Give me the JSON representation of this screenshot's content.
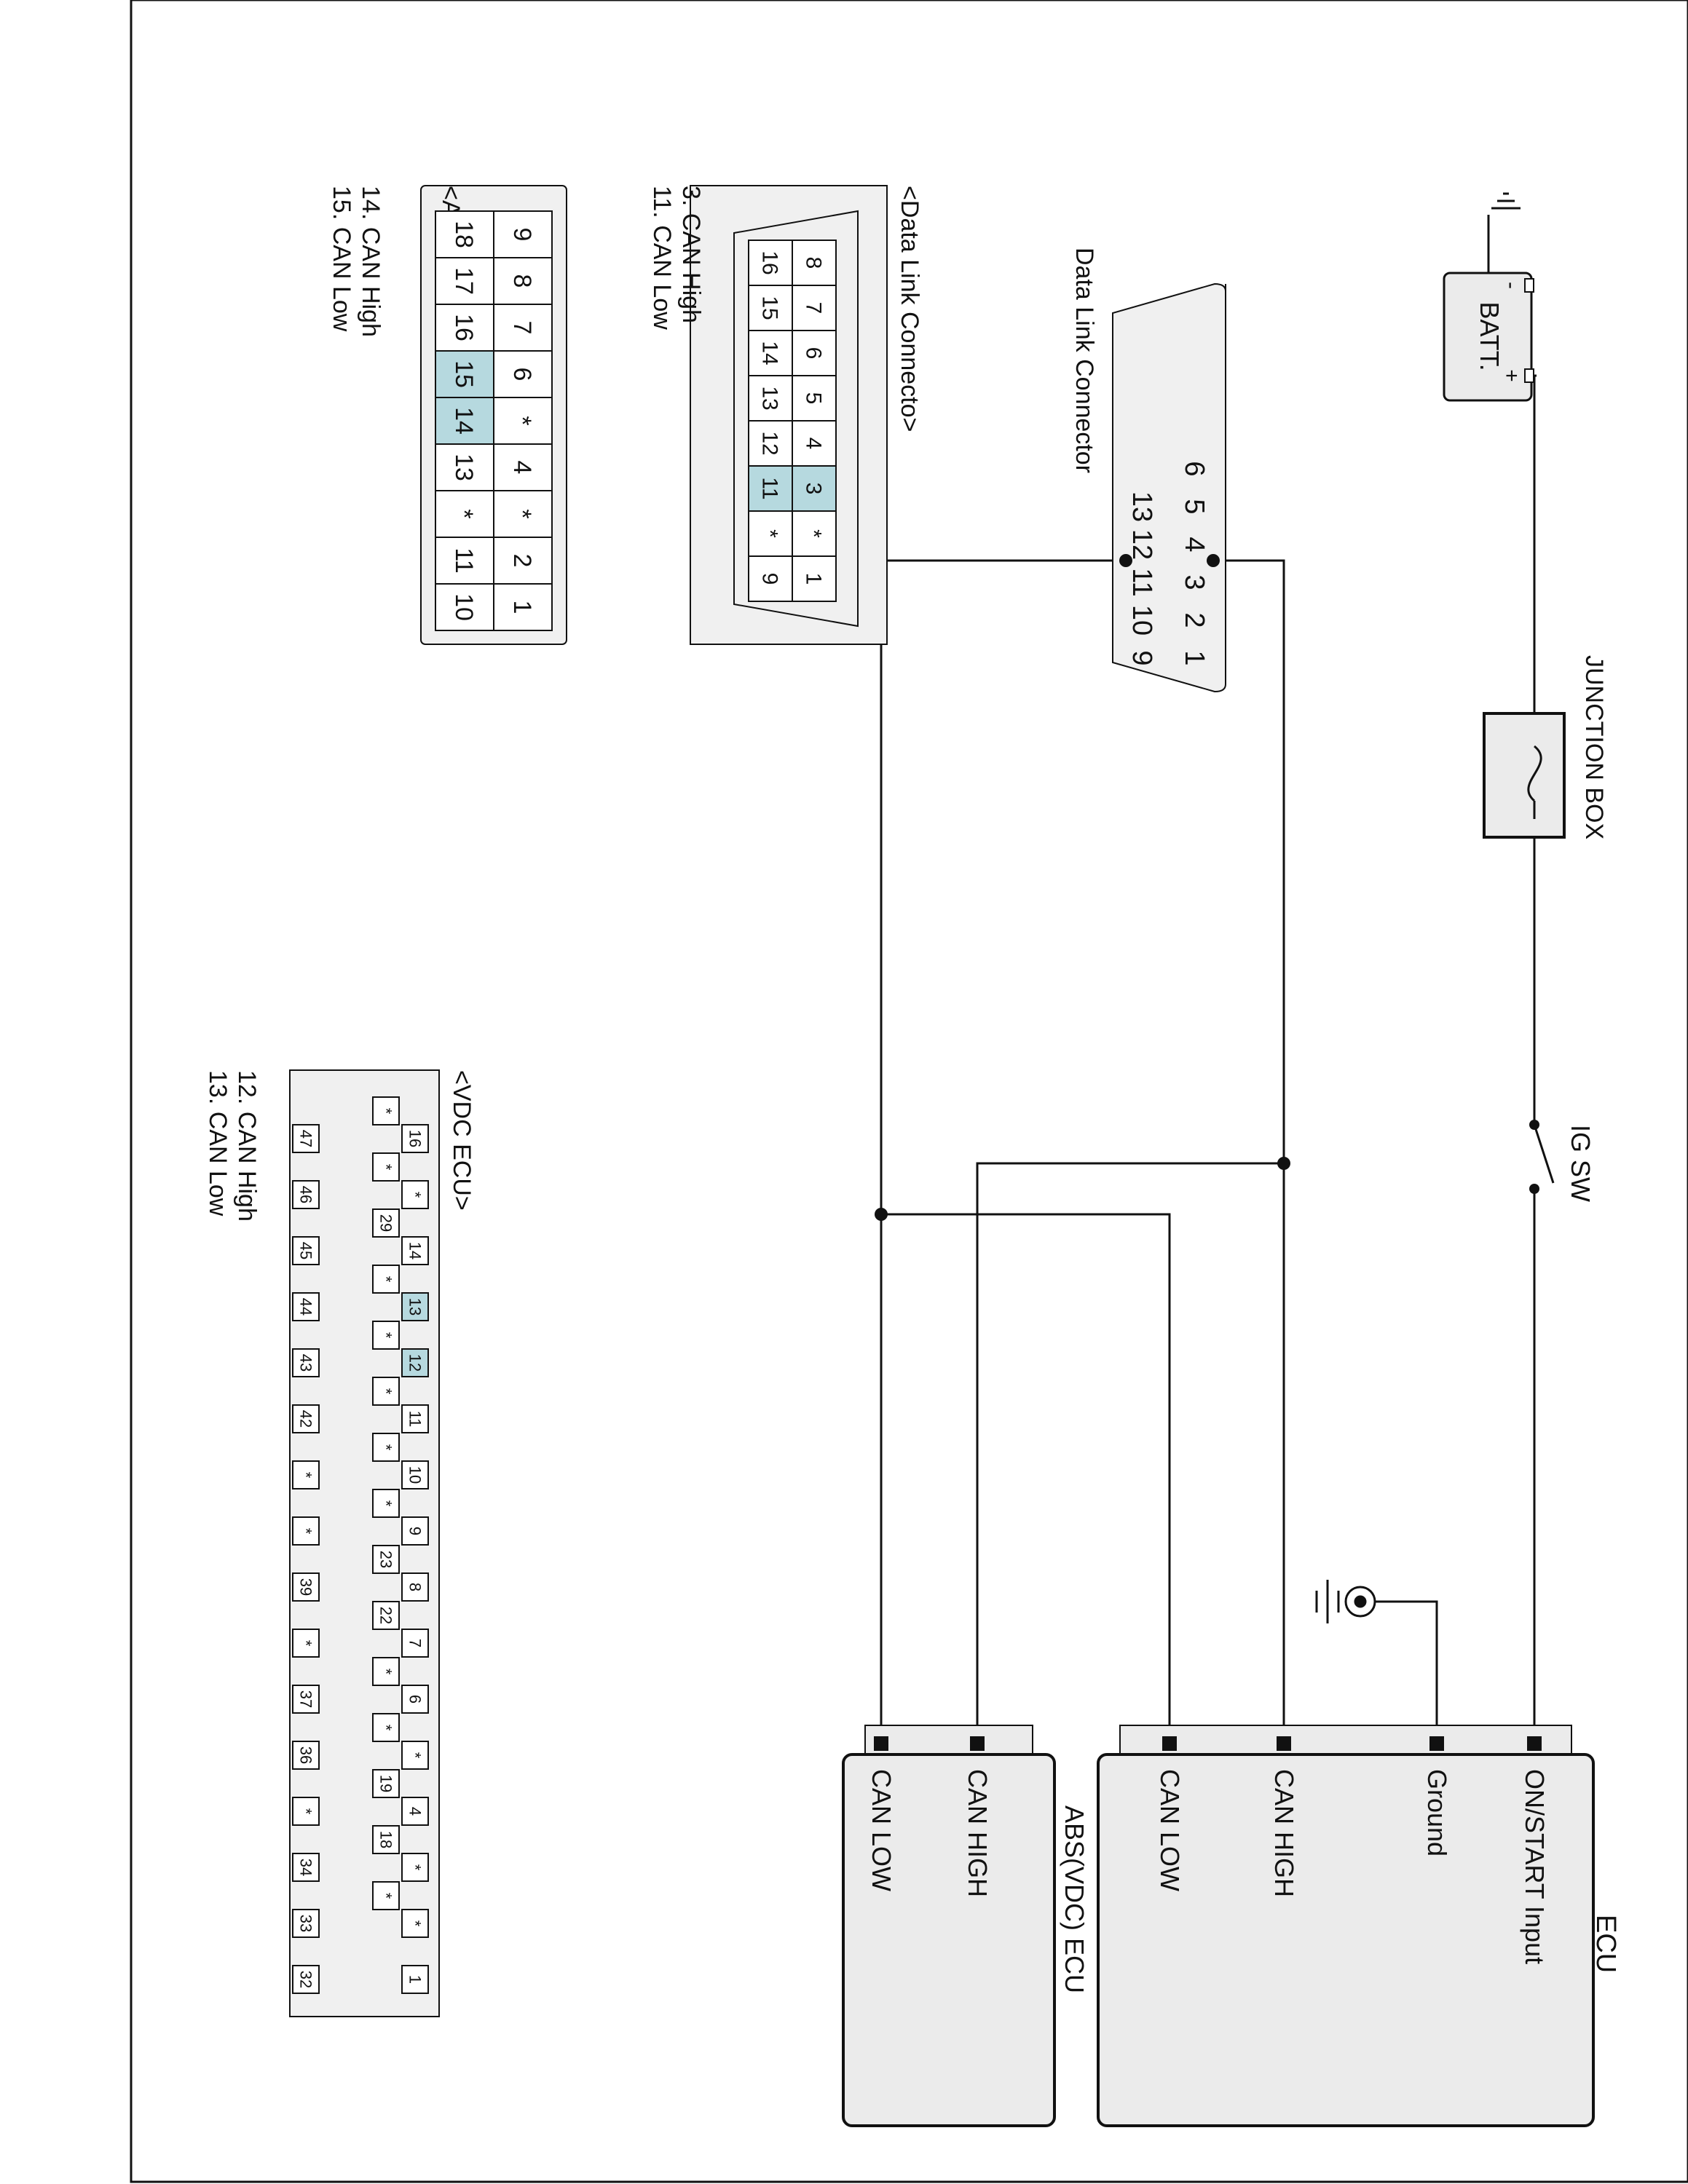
{
  "colors": {
    "line": "#111111",
    "box_fill": "#ebebeb",
    "connector_fill": "#f0f0f0",
    "highlight": "#b6d9df",
    "background": "#ffffff"
  },
  "labels": {
    "batt": "BATT.",
    "batt_neg": "-",
    "batt_pos": "+",
    "junction_box": "JUNCTION BOX",
    "ig_sw": "IG SW",
    "dlc_main": "Data Link Connector",
    "dlc_title": "<Data Link Connecto>",
    "afls_title": "<AFLS ECU>",
    "vdc_title": "<VDC ECU>",
    "ecu_title": "ECU",
    "abs_title": "ABS(VDC) ECU"
  },
  "ecu_pins": [
    "ON/START Input",
    "Ground",
    "CAN HIGH",
    "CAN LOW"
  ],
  "abs_pins": [
    "CAN HIGH",
    "CAN LOW"
  ],
  "dlc_main_face": {
    "rows": [
      [
        "",
        "",
        "",
        "",
        "6",
        "5",
        "4",
        "3",
        "2",
        "1"
      ],
      [
        "",
        "",
        "",
        "",
        "",
        "13",
        "12",
        "11",
        "10",
        "9"
      ]
    ],
    "dots": [
      "3",
      "11"
    ]
  },
  "dlc_connector": {
    "rows": [
      [
        "8",
        "7",
        "6",
        "5",
        "4",
        "3",
        "*",
        "1"
      ],
      [
        "16",
        "15",
        "14",
        "13",
        "12",
        "11",
        "*",
        "9"
      ]
    ],
    "highlight": [
      "3",
      "11"
    ],
    "legend": [
      "3. CAN High",
      "11. CAN Low"
    ]
  },
  "afls_connector": {
    "rows": [
      [
        "9",
        "8",
        "7",
        "6",
        "*",
        "4",
        "*",
        "2",
        "1"
      ],
      [
        "18",
        "17",
        "16",
        "15",
        "14",
        "13",
        "*",
        "11",
        "10"
      ]
    ],
    "highlight": [
      "14",
      "15"
    ],
    "legend": [
      "14. CAN High",
      "15. CAN Low"
    ]
  },
  "vdc_connector": {
    "row_top": [
      "1",
      "*",
      "*",
      "4",
      "*",
      "6",
      "7",
      "8",
      "9",
      "10",
      "11",
      "12",
      "13",
      "14",
      "*",
      "16"
    ],
    "row_mid": [
      "*",
      "18",
      "19",
      "*",
      "*",
      "22",
      "23",
      "*",
      "*",
      "*",
      "*",
      "*",
      "29",
      "*",
      "*"
    ],
    "row_bot": [
      "32",
      "33",
      "34",
      "*",
      "36",
      "37",
      "*",
      "39",
      "*",
      "*",
      "42",
      "43",
      "44",
      "45",
      "46",
      "47"
    ],
    "highlight": [
      "12",
      "13"
    ],
    "legend": [
      "12. CAN High",
      "13. CAN Low"
    ]
  }
}
